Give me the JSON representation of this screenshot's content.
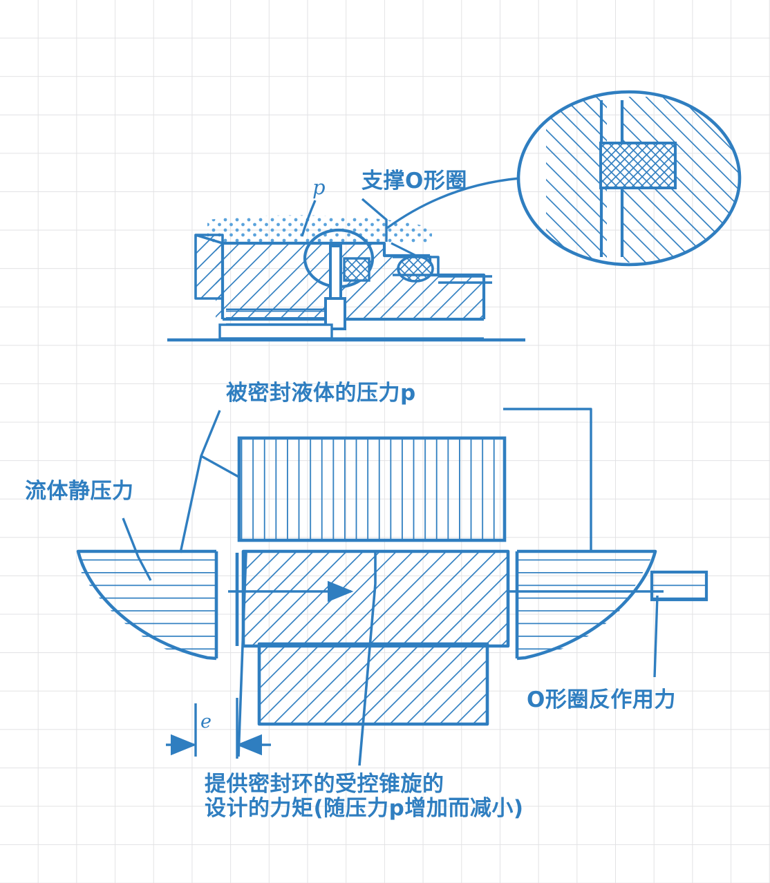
{
  "figure": {
    "domain": "engineering-diagram",
    "title_present": false,
    "background": "grid-paper",
    "ink_color": "#2f7ec0",
    "grid_color": "#e2e2e4",
    "paper_color": "#ffffff"
  },
  "labels": {
    "supporting_oring": "支撑O形圈",
    "sealed_fluid_pressure": "被密封液体的压力p",
    "hydrostatic_pressure": "流体静压力",
    "oring_reaction_force": "O形圈反作用力",
    "pressure_symbol_upper": "p",
    "eccentricity_symbol": "e",
    "caption_line1": "提供密封环的受控锥旋的",
    "caption_line2": "设计的力矩(随压力p增加而减小)"
  },
  "views": {
    "upper_assembly": {
      "name": "mechanical-seal-cross-section",
      "features": [
        "stippled-fluid-region",
        "diagonal-hatched-seal-body",
        "o-ring-circle",
        "cross-hatched-support-oring",
        "cross-hatched-secondary-oring",
        "spring-assembly",
        "base-shaft-line"
      ]
    },
    "detail_bubble": {
      "name": "support-oring-detail",
      "shape": "ellipse",
      "features": [
        "diagonal-hatched-housing-left",
        "diagonal-hatched-housing-right",
        "cross-hatched-oring-element",
        "gap-lines"
      ]
    },
    "lower_force_diagram": {
      "name": "pressure-distribution-diagram",
      "features": [
        "vertical-hatched-pressure-block-top",
        "horizontal-hatched-parabolic-profile-left",
        "horizontal-hatched-parabolic-profile-right",
        "diagonal-hatched-seal-ring-body",
        "diagonal-hatched-lower-ring-body",
        "oring-reaction-rectangle",
        "eccentricity-dimension-line"
      ]
    }
  }
}
